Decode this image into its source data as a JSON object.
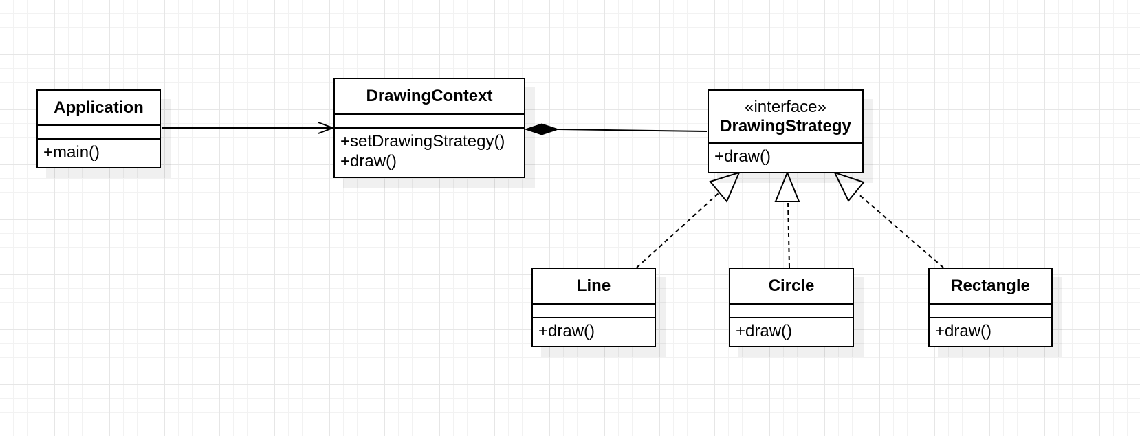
{
  "diagram": {
    "classes": {
      "application": {
        "name": "Application",
        "operations": [
          "+main()"
        ]
      },
      "drawing_context": {
        "name": "DrawingContext",
        "operations": [
          "+setDrawingStrategy()",
          "+draw()"
        ]
      },
      "drawing_strategy": {
        "stereotype": "«interface»",
        "name": "DrawingStrategy",
        "operations": [
          "+draw()"
        ]
      },
      "line": {
        "name": "Line",
        "operations": [
          "+draw()"
        ]
      },
      "circle": {
        "name": "Circle",
        "operations": [
          "+draw()"
        ]
      },
      "rectangle": {
        "name": "Rectangle",
        "operations": [
          "+draw()"
        ]
      }
    },
    "relationships": [
      {
        "type": "association",
        "from": "Application",
        "to": "DrawingContext",
        "navigable": true
      },
      {
        "type": "composition",
        "whole": "DrawingContext",
        "part": "DrawingStrategy"
      },
      {
        "type": "realization",
        "from": "Line",
        "to": "DrawingStrategy"
      },
      {
        "type": "realization",
        "from": "Circle",
        "to": "DrawingStrategy"
      },
      {
        "type": "realization",
        "from": "Rectangle",
        "to": "DrawingStrategy"
      }
    ]
  }
}
